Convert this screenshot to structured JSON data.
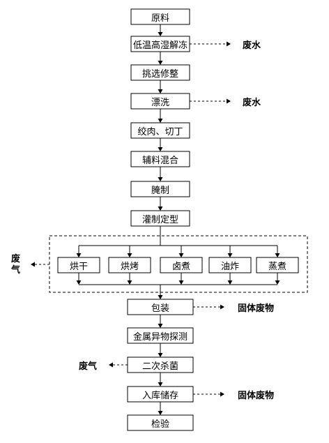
{
  "steps": [
    "原料",
    "低温高湿解冻",
    "挑选修整",
    "漂洗",
    "绞肉、切丁",
    "辅料混合",
    "腌制",
    "灌制定型"
  ],
  "cooking_methods": [
    "烘干",
    "烘烤",
    "卤煮",
    "油炸",
    "蒸煮"
  ],
  "post_steps": [
    "包装",
    "金属异物探测",
    "二次杀菌",
    "入库储存",
    "检验"
  ],
  "outputs": {
    "thaw_waste": "废水",
    "rinse_waste": "废水",
    "cooking_waste": "废\n气",
    "packaging_waste": "固体废物",
    "sterilize_waste": "废气",
    "storage_waste": "固体废物"
  }
}
